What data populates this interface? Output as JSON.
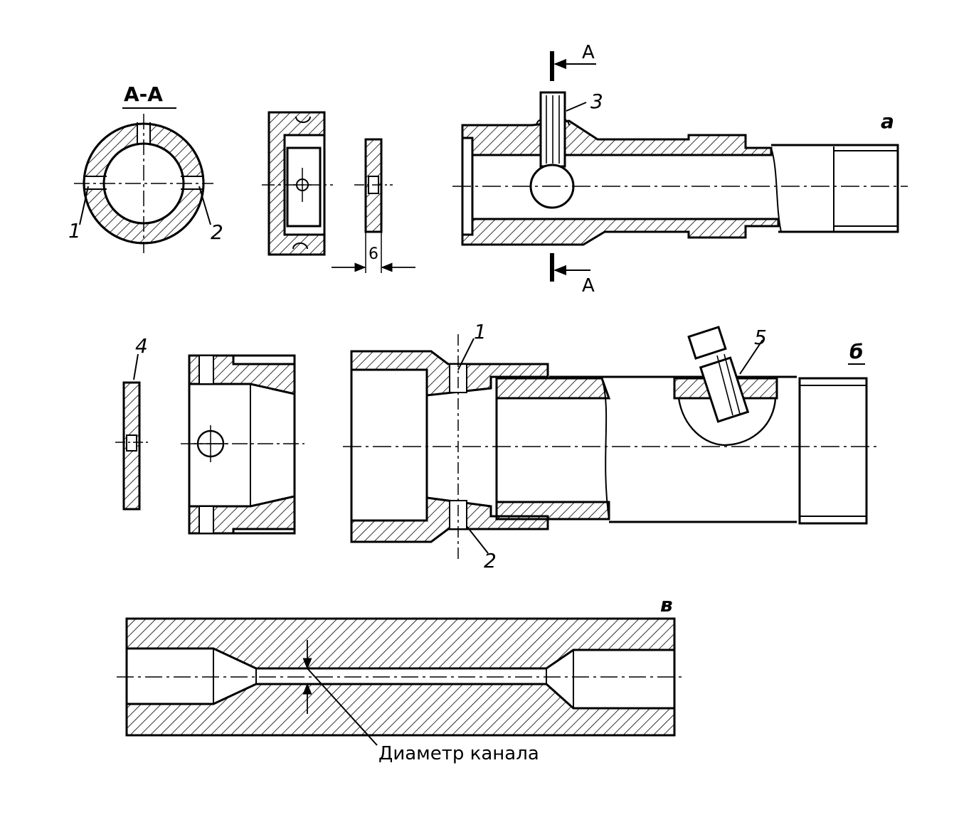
{
  "figure": {
    "section_title": "А-А",
    "section_marks": {
      "top": "А",
      "bottom": "А"
    },
    "view_labels": {
      "a": "а",
      "b": "б",
      "v": "в"
    },
    "callouts": {
      "c1_top": "1",
      "c2_top": "2",
      "c3": "3",
      "c4": "4",
      "c5": "5",
      "c1_mid": "1",
      "c2_mid": "2"
    },
    "dimension_plate": "6",
    "channel_caption": "Диаметр канала"
  },
  "colors": {
    "line": "#000000",
    "background": "#ffffff"
  }
}
